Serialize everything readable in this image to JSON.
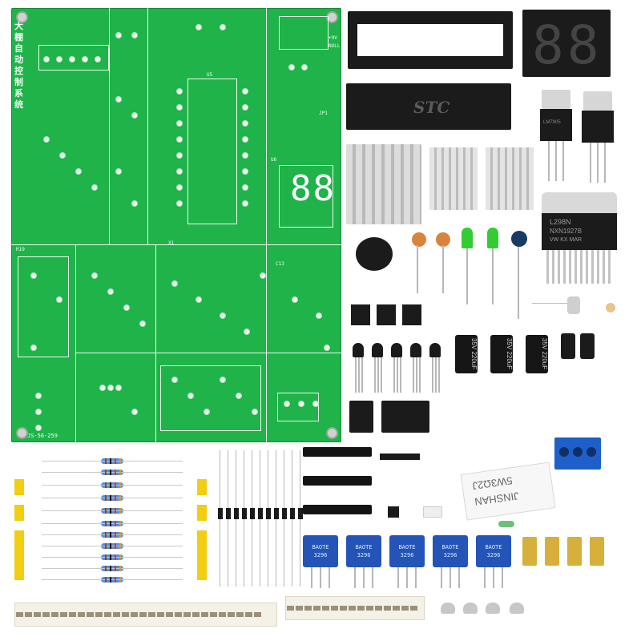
{
  "pcb": {
    "title_chars": [
      "大",
      "棚",
      "自",
      "动",
      "控",
      "制",
      "系",
      "统"
    ],
    "bottom_code": "JS-56-259",
    "labels": {
      "u5": "U5",
      "u6": "U6",
      "r19": "R19",
      "c13": "C13",
      "power_note_1": "+9V",
      "power_note_2": "NULL",
      "x1": "X1",
      "jp1": "JP1"
    }
  },
  "parts": {
    "mcu_text": "STC",
    "display_digits": "88",
    "l298n_label_1": "L298N",
    "l298n_label_2": "NXN1927B",
    "l298n_label_3": "VW KX MAR",
    "power_resistor_label_1": "5W3Ω2J",
    "power_resistor_label_2": "JINSHAN",
    "trimpot_brand": "BAOTE",
    "trimpot_model": "3296",
    "electrolytic_label": "35V 220uF",
    "regulator_label": "LM7805"
  },
  "colors": {
    "pcb_green": "#1fb34a",
    "silkscreen": "#e8fbe8",
    "trimpot_blue": "#2454b8",
    "terminal_blue": "#1e5fc9",
    "led_green": "#33cc33",
    "standoff_brass": "#d6b03a"
  }
}
